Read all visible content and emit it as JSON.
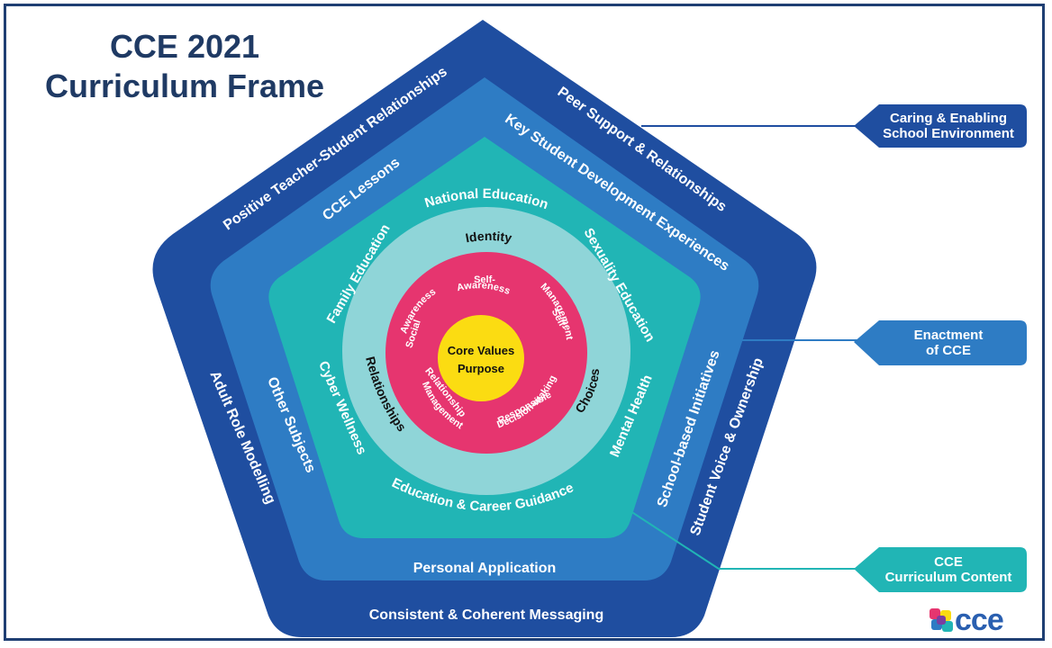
{
  "title": {
    "line1": "CCE 2021",
    "line2": "Curriculum Frame"
  },
  "colors": {
    "outer_ring": "#1f4ea0",
    "middle_ring": "#2e7cc4",
    "inner_ring": "#21b5b5",
    "circle_outer": "#8fd5d8",
    "circle_pink": "#e6356f",
    "circle_core": "#fbdc12",
    "tag_dark": "#1f4ea0",
    "tag_mid": "#2e7cc4",
    "tag_teal": "#21b5b5"
  },
  "outer_ring": {
    "top_left": "Positive Teacher-Student Relationships",
    "top_right": "Peer Support & Relationships",
    "left": "Adult Role Modelling",
    "right": "Student Voice & Ownership",
    "bottom": "Consistent & Coherent Messaging"
  },
  "middle_ring": {
    "top_left": "CCE Lessons",
    "top_right": "Key Student Development Experiences",
    "left": "Other Subjects",
    "right": "School-based Initiatives",
    "bottom": "Personal Application"
  },
  "inner_ring": {
    "top": "National Education",
    "top_left": "Family Education",
    "top_right": "Sexuality Education",
    "left": "Cyber Wellness",
    "right": "Mental Health",
    "bottom": "Education & Career Guidance"
  },
  "circle": {
    "identity": "Identity",
    "relationships": "Relationships",
    "choices": "Choices",
    "self_awareness_1": "Self-",
    "self_awareness_2": "Awareness",
    "self_management_1": "Self-",
    "self_management_2": "Management",
    "social_awareness_1": "Social",
    "social_awareness_2": "Awareness",
    "relationship_management_1": "Relationship",
    "relationship_management_2": "Management",
    "responsible_1": "Responsible",
    "responsible_2": "Decision-making",
    "core_1": "Core Values",
    "core_2": "Purpose"
  },
  "tags": {
    "caring_1": "Caring & Enabling",
    "caring_2": "School Environment",
    "enactment_1": "Enactment",
    "enactment_2": "of CCE",
    "content_1": "CCE",
    "content_2": "Curriculum Content"
  },
  "logo": {
    "text": "cce"
  }
}
